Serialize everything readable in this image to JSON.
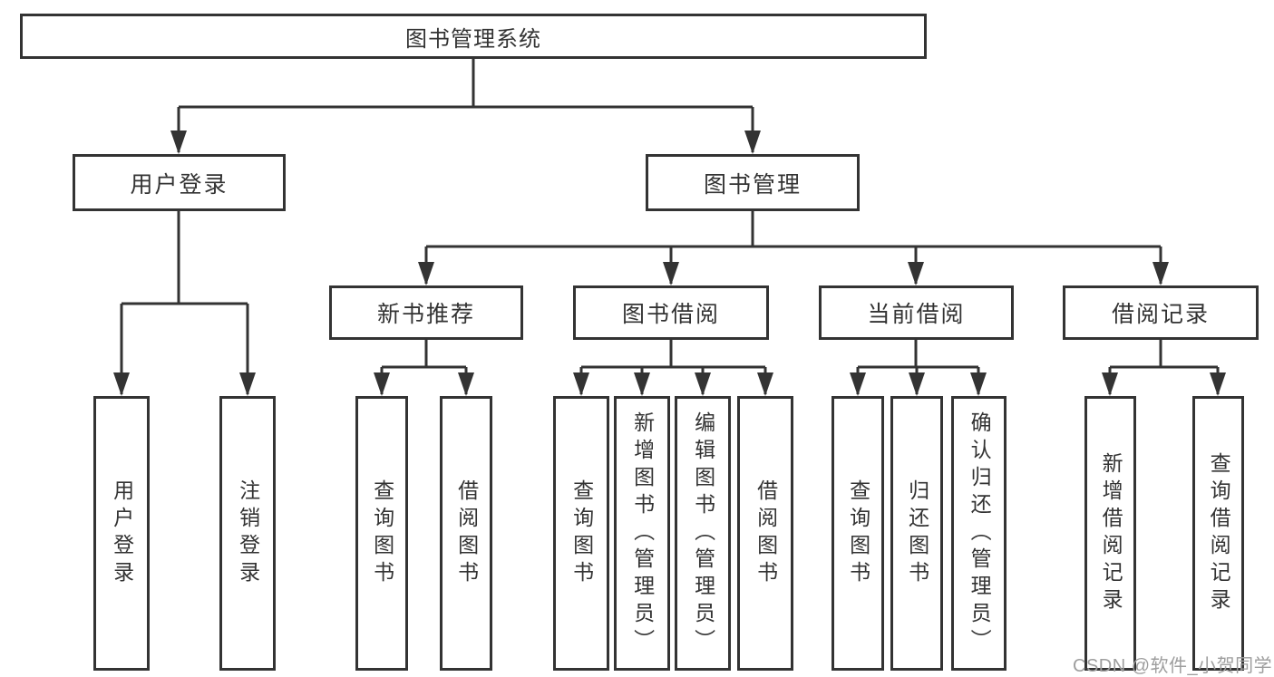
{
  "nodes": {
    "root": "图书管理系统",
    "user_login": "用户登录",
    "book_management": "图书管理",
    "new_book_recommend": "新书推荐",
    "book_borrowing": "图书借阅",
    "current_borrowing": "当前借阅",
    "borrowing_records": "借阅记录",
    "leaf_user_login": "用户登录",
    "leaf_logout": "注销登录",
    "leaf_recommend_query_books": "查询图书",
    "leaf_recommend_borrow_books": "借阅图书",
    "leaf_borrowing_query_books": "查询图书",
    "leaf_borrowing_add_books_admin": "新增图书（管理员）",
    "leaf_borrowing_edit_books_admin": "编辑图书（管理员）",
    "leaf_borrowing_borrow_books": "借阅图书",
    "leaf_current_query_books": "查询图书",
    "leaf_current_return_books": "归还图书",
    "leaf_current_confirm_return_admin": "确认归还（管理员）",
    "leaf_records_add_record": "新增借阅记录",
    "leaf_records_query_record": "查询借阅记录"
  },
  "watermark": "CSDN @软件_小贺同学",
  "colors": {
    "line": "#333333",
    "text": "#333333",
    "watermark": "#9e9e9e",
    "background": "#ffffff"
  }
}
